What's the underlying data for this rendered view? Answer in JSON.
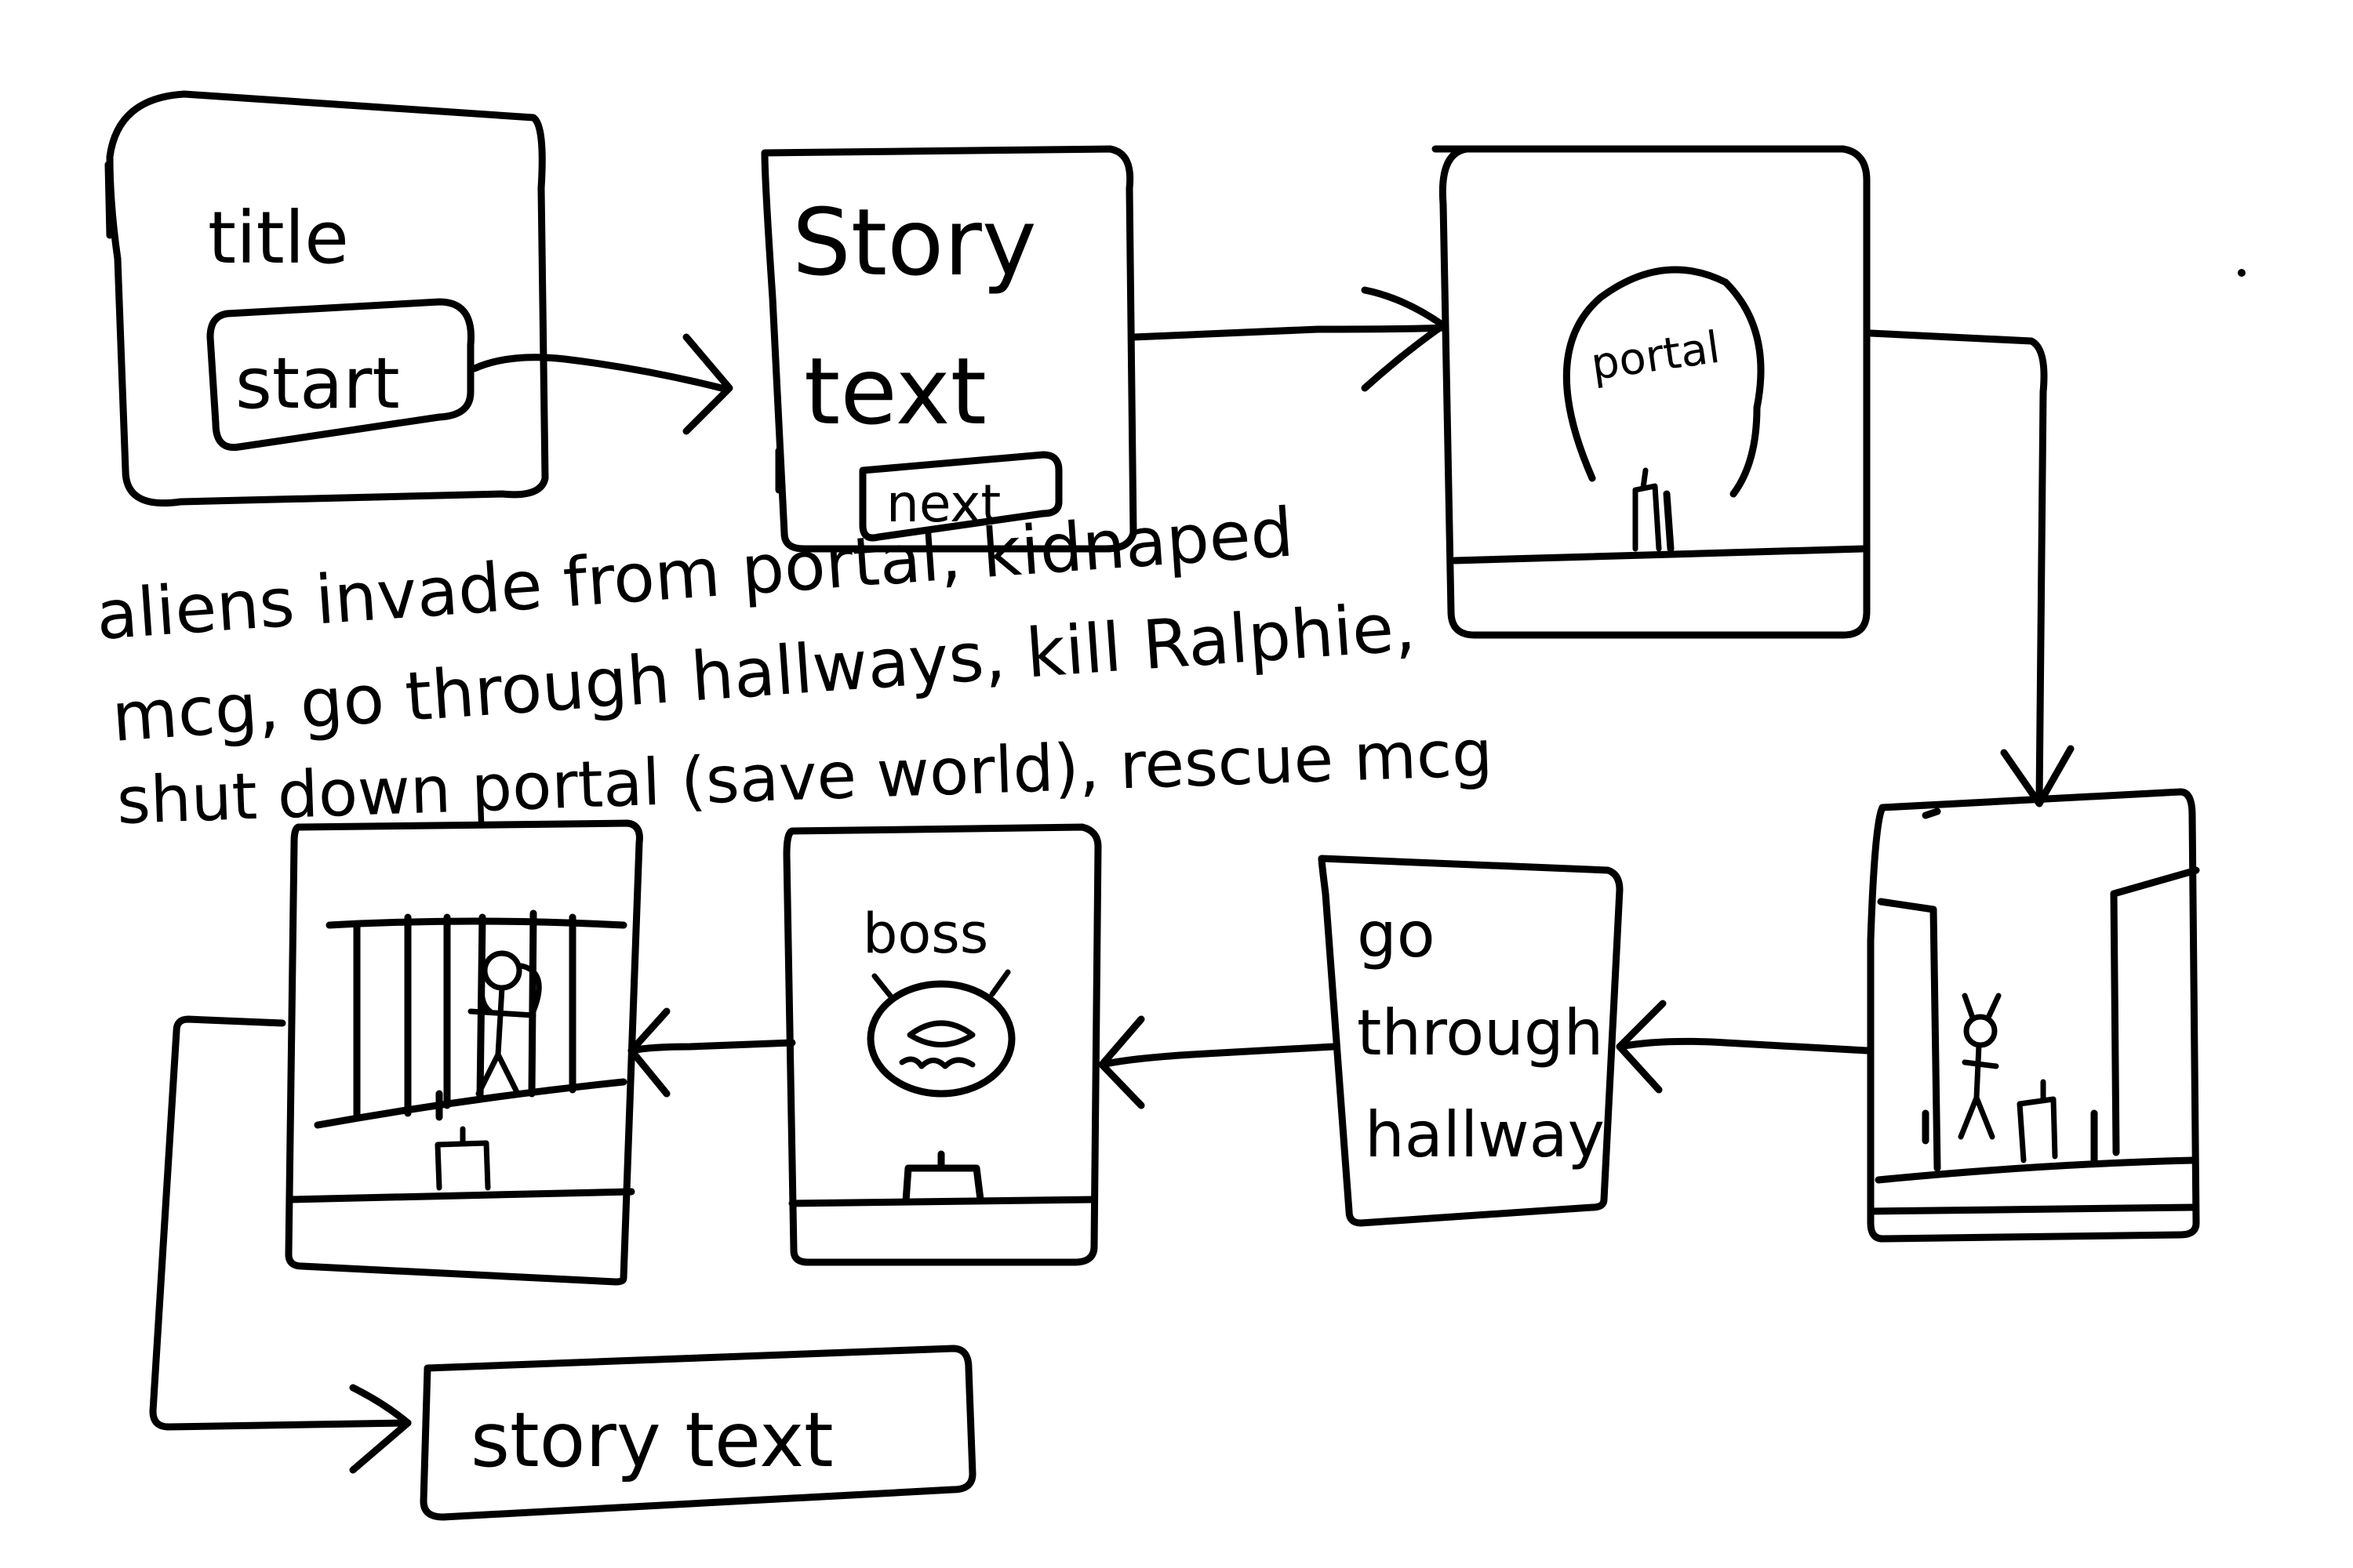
{
  "frames": {
    "title_screen": {
      "title": "title",
      "start_button": "start"
    },
    "story_screen": {
      "line1": "Story",
      "line2": "text",
      "next_button": "next"
    },
    "portal_screen": {
      "portal_label": "portal"
    },
    "hallway_screen": {
      "line1": "go",
      "line2": "through",
      "line3": "hallway"
    },
    "boss_screen": {
      "boss_label": "boss"
    },
    "ending_box": {
      "label": "story text"
    }
  },
  "plot_notes": {
    "line1": "aliens invade from portal, kidnaped",
    "line2": "mcg, go through hallways, kill Ralphie,",
    "line3": "shut down portal (save world), rescue mcg"
  }
}
